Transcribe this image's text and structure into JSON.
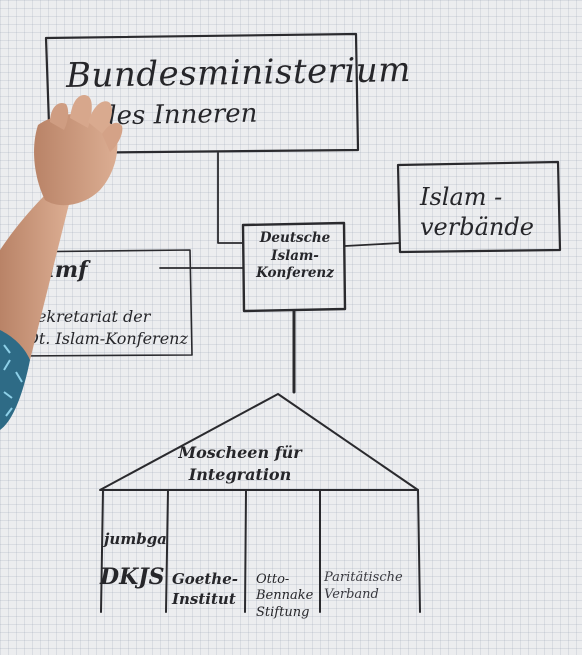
{
  "whiteboard": {
    "ministry": {
      "line1": "Bundesministerium",
      "line2": "des Inneren"
    },
    "associations": {
      "text": "Islam -\nverbände"
    },
    "conference": {
      "text": "Deutsche\nIslam-\nKonferenz"
    },
    "bamf": {
      "label": "Bamf",
      "secretariat": "Sekretariat der\nDt. Islam-Konferenz"
    },
    "project": {
      "title": "Moscheen für\nIntegration"
    },
    "partners": [
      {
        "name": "jumbga"
      },
      {
        "name": "DKJS"
      },
      {
        "name": "Goethe-\nInstitut"
      },
      {
        "name": "Otto-\nBennake\nStiftung"
      },
      {
        "name": "Paritätische\nVerband"
      }
    ]
  }
}
